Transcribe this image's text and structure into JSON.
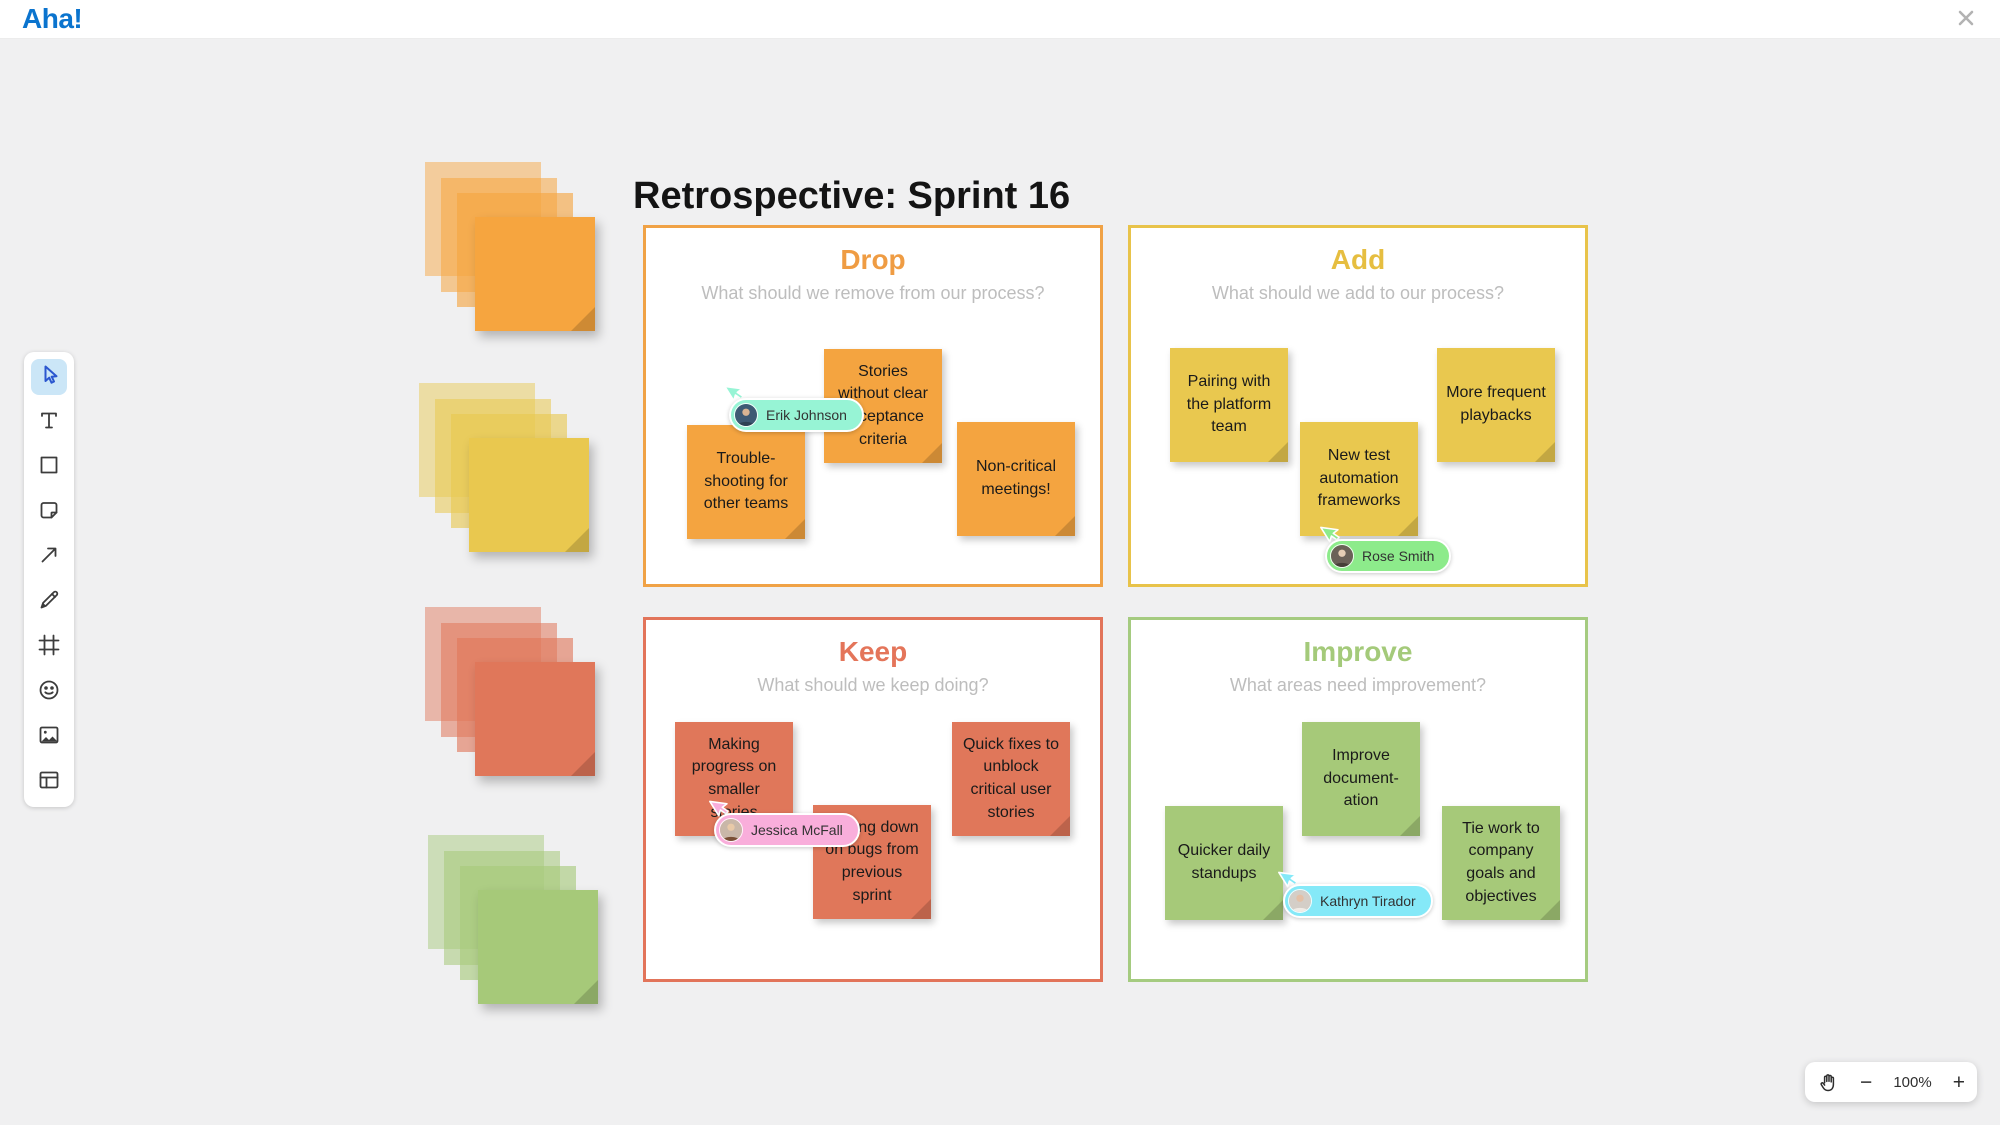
{
  "header": {
    "logo": "Aha!",
    "close_icon": "x"
  },
  "board": {
    "title": "Retrospective: Sprint 16"
  },
  "quadrants": {
    "drop": {
      "title": "Drop",
      "subtitle": "What should we remove from our process?",
      "color": "#F0A246"
    },
    "add": {
      "title": "Add",
      "subtitle": "What should we add to our process?",
      "color": "#E8C34A"
    },
    "keep": {
      "title": "Keep",
      "subtitle": "What should we keep doing?",
      "color": "#E2745A"
    },
    "improve": {
      "title": "Improve",
      "subtitle": "What areas need improvement?",
      "color": "#A5CB80"
    }
  },
  "notes": {
    "drop": [
      "Stories without clear acceptance criteria",
      "Trouble-shooting for other teams",
      "Non-critical meetings!"
    ],
    "add": [
      "Pairing with the platform team",
      "More frequent playbacks",
      "New test automation frameworks"
    ],
    "keep": [
      "Making progress on smaller stories",
      "Quick fixes to unblock critical user stories",
      "Cutting down on bugs from previous sprint"
    ],
    "improve": [
      "Improve document-ation",
      "Quicker daily standups",
      "Tie work to company goals and objectives"
    ]
  },
  "collaborators": [
    {
      "name": "Erik Johnson",
      "color": "#97F4D5"
    },
    {
      "name": "Rose Smith",
      "color": "#8DEB8B"
    },
    {
      "name": "Jessica McFall",
      "color": "#F9AEDB"
    },
    {
      "name": "Kathryn Tirador",
      "color": "#85E9F8"
    }
  ],
  "toolbar": {
    "tools": [
      {
        "name": "select",
        "active": true
      },
      {
        "name": "text",
        "active": false
      },
      {
        "name": "shape",
        "active": false
      },
      {
        "name": "sticky-note",
        "active": false
      },
      {
        "name": "connector",
        "active": false
      },
      {
        "name": "pen",
        "active": false
      },
      {
        "name": "frame",
        "active": false
      },
      {
        "name": "emoji",
        "active": false
      },
      {
        "name": "image",
        "active": false
      },
      {
        "name": "table",
        "active": false
      }
    ]
  },
  "sticky_stacks": [
    {
      "name": "orange-stack",
      "color": "#F6A53F"
    },
    {
      "name": "yellow-stack",
      "color": "#E9C84F"
    },
    {
      "name": "salmon-stack",
      "color": "#E0775A"
    },
    {
      "name": "green-stack",
      "color": "#A6C979"
    }
  ],
  "zoom_controls": {
    "level": "100%",
    "out": "−",
    "in": "+"
  },
  "colors": {
    "brand_blue": "#0B74CE",
    "canvas": "#F0F0F1",
    "note_orange": "#F4A440",
    "note_yellow": "#E9C84F",
    "note_salmon": "#E0775A",
    "note_green": "#A6C979",
    "active_tool_bg": "#CBE6F7"
  }
}
